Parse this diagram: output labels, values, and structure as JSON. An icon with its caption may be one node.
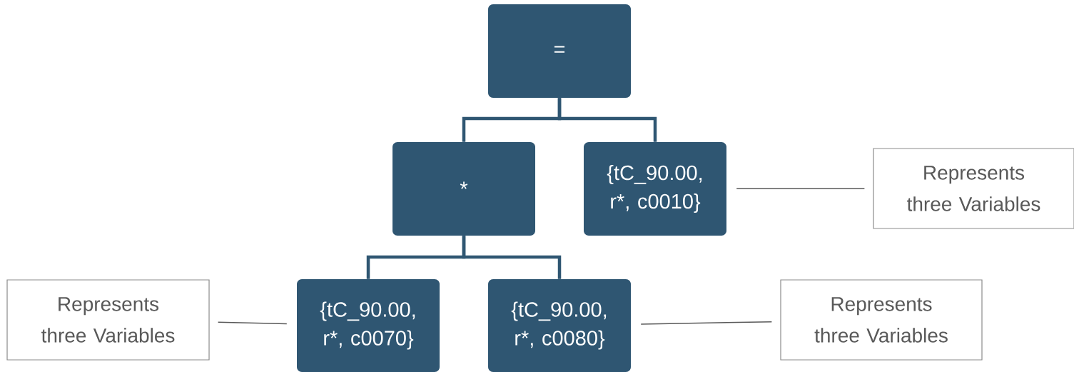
{
  "diagram": {
    "nodes": [
      {
        "text": [
          "="
        ]
      },
      {
        "text": [
          "*"
        ]
      },
      {
        "text": [
          "{tC_90.00, r*, c0010}"
        ]
      },
      {
        "text": [
          "{tC_90.00, r*, c0070}"
        ]
      },
      {
        "text": [
          "{tC_90.00, r*, c0080}"
        ]
      },
      {
        "text": [
          "Represents three Variables"
        ]
      },
      {
        "text": [
          "Represents three Variables"
        ]
      },
      {
        "text": [
          "Represents three Variables"
        ]
      }
    ],
    "edges": [
      {
        "from": 0,
        "to": 1,
        "arrow": "none"
      },
      {
        "from": 0,
        "to": 2,
        "arrow": "none"
      },
      {
        "from": 1,
        "to": 3,
        "arrow": "none"
      },
      {
        "from": 1,
        "to": 4,
        "arrow": "none"
      },
      {
        "from": 5,
        "to": 2,
        "arrow": "none",
        "color": "#595959"
      },
      {
        "from": 6,
        "to": 3,
        "arrow": "none",
        "color": "#595959"
      },
      {
        "from": 7,
        "to": 4,
        "arrow": "none",
        "color": "#595959"
      }
    ]
  }
}
